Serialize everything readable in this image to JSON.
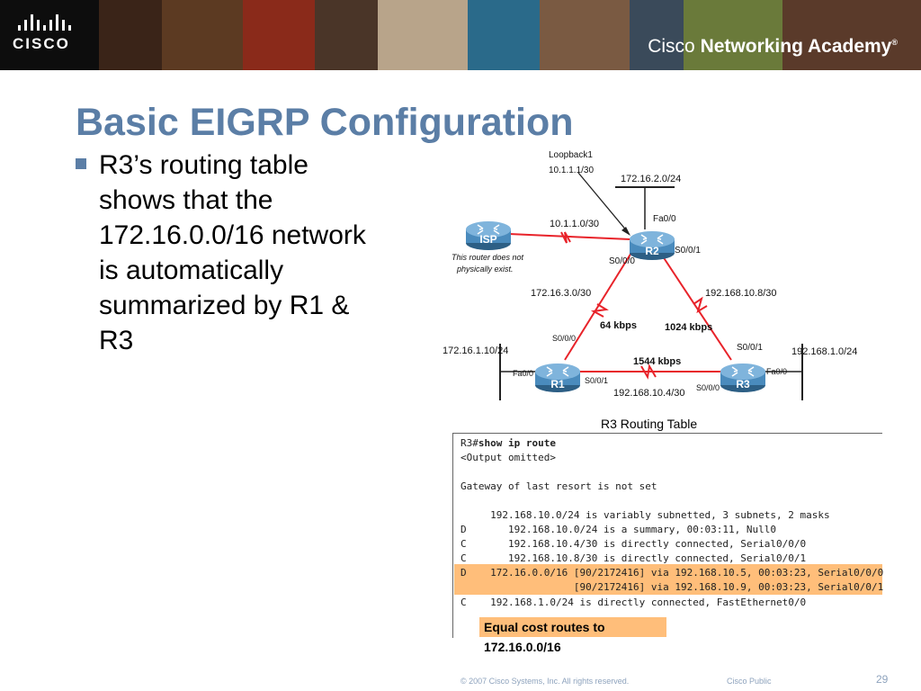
{
  "header": {
    "logo_text": "CISCO",
    "academy_part1": "Cisco",
    "academy_part2": "Networking Academy",
    "trademark": "®"
  },
  "title": "Basic EIGRP Configuration",
  "bullet_lines": [
    "R3’s routing table",
    "shows that the",
    "172.16.0.0/16 network",
    "is automatically",
    "summarized by R1 &",
    "R3"
  ],
  "topology": {
    "routers": {
      "isp": "ISP",
      "r1": "R1",
      "r2": "R2",
      "r3": "R3"
    },
    "loopback_name": "Loopback1",
    "loopback_addr": "10.1.1.1/30",
    "isp_link": "10.1.1.0/30",
    "isp_note_line1": "This router does not",
    "isp_note_line2": "physically exist.",
    "r2_lan": "172.16.2.0/24",
    "r2_fa": "Fa0/0",
    "r2_s001": "S0/0/1",
    "r2_s000": "S0/0/0",
    "net_r1_r2": "172.16.3.0/30",
    "net_r2_r3": "192.168.10.8/30",
    "bw_r1_r2": "64 kbps",
    "bw_r2_r3": "1024 kbps",
    "bw_r1_r3": "1544 kbps",
    "r1_s000": "S0/0/0",
    "r3_s001": "S0/0/1",
    "r1_lan": "172.16.1.10/24",
    "r3_lan": "192.168.1.0/24",
    "r1_fa": "Fa0/0",
    "r1_s001": "S0/0/1",
    "r3_fa": "Fa0/0",
    "r3_s000": "S0/0/0",
    "net_r1_r3": "192.168.10.4/30"
  },
  "routing_table": {
    "title": "R3 Routing Table",
    "prompt": "R3#",
    "command": "show ip route",
    "lines": [
      "<Output omitted>",
      "",
      "Gateway of last resort is not set",
      "",
      "     192.168.10.0/24 is variably subnetted, 3 subnets, 2 masks",
      "D       192.168.10.0/24 is a summary, 00:03:11, Null0",
      "C       192.168.10.4/30 is directly connected, Serial0/0/0",
      "C       192.168.10.8/30 is directly connected, Serial0/0/1",
      "D    172.16.0.0/16 [90/2172416] via 192.168.10.5, 00:03:23, Serial0/0/0",
      "                   [90/2172416] via 192.168.10.9, 00:03:23, Serial0/0/1",
      "C    192.168.1.0/24 is directly connected, FastEthernet0/0"
    ],
    "note": "Equal cost routes to 172.16.0.0/16"
  },
  "footer": {
    "copyright": "© 2007 Cisco Systems, Inc. All rights reserved.",
    "classification": "Cisco Public",
    "page": "29"
  },
  "colors": {
    "title": "#5b7ea6",
    "link": "#e8232a",
    "router": "#3d7fae",
    "highlight": "#ffbe7a"
  }
}
